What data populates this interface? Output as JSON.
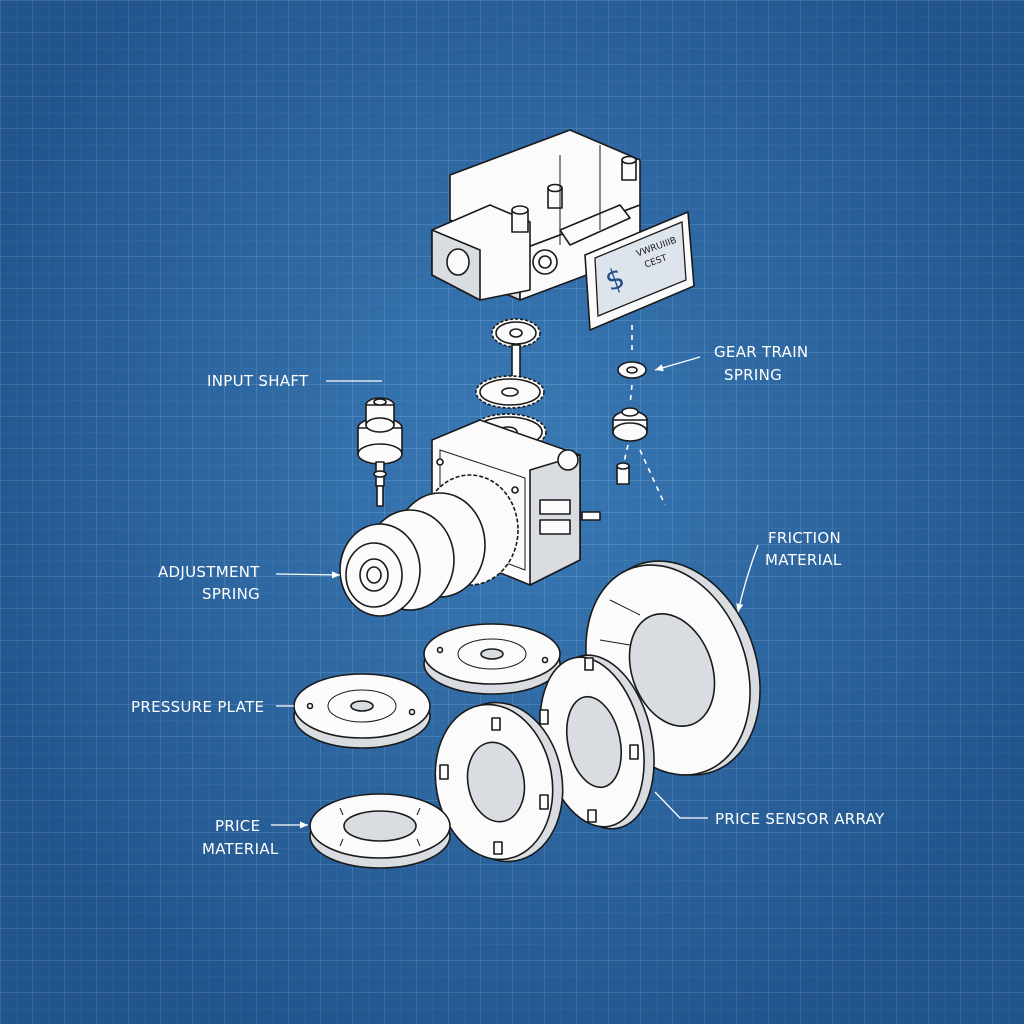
{
  "labels": {
    "input_shaft": "INPUT SHAFT",
    "gear_train_spring_1": "GEAR TRAIN",
    "gear_train_spring_2": "SPRING",
    "adjustment_spring_1": "ADJUSTMENT",
    "adjustment_spring_2": "SPRING",
    "friction_material_1": "FRICTION",
    "friction_material_2": "MATERIAL",
    "pressure_plate": "PRESSURE PLATE",
    "price_material_1": "PRICE",
    "price_material_2": "MATERIAL",
    "price_sensor_array": "PRICE SENSOR ARRAY"
  },
  "display": {
    "line1": "VWRUIIIB",
    "line2": "CEST",
    "symbol": "$"
  },
  "colors": {
    "background": "#2e6ba7",
    "linework": "#1a1a1a",
    "part_fill": "#fbfbfb",
    "label": "#ffffff"
  }
}
